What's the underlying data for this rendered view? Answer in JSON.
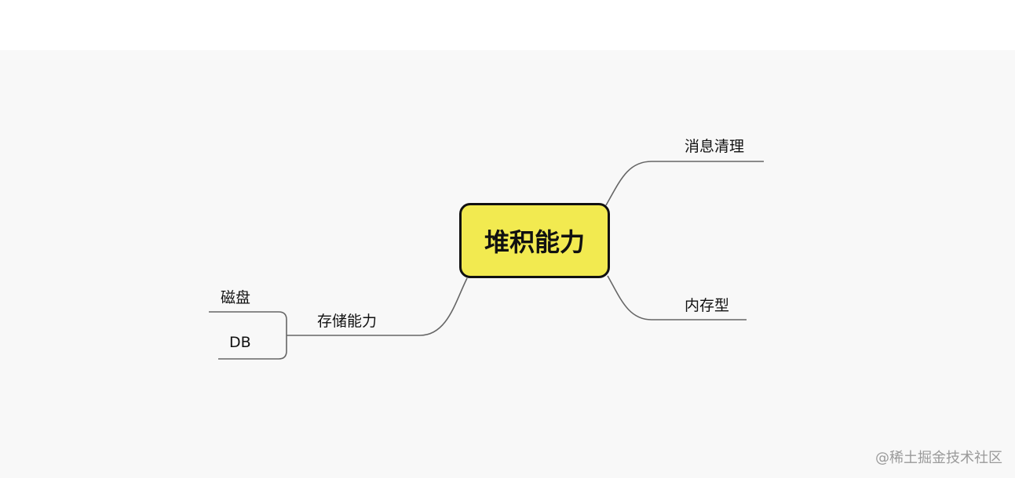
{
  "central_topic": "堆积能力",
  "branches": {
    "message_cleanup": "消息清理",
    "in_memory": "内存型",
    "storage": "存储能力"
  },
  "storage_children": {
    "disk": "磁盘",
    "db": "DB"
  },
  "watermark": "@稀土掘金技术社区",
  "colors": {
    "central_fill": "#f2ea50",
    "central_border": "#111111",
    "line": "#666666",
    "canvas_bg": "#f8f8f8"
  }
}
